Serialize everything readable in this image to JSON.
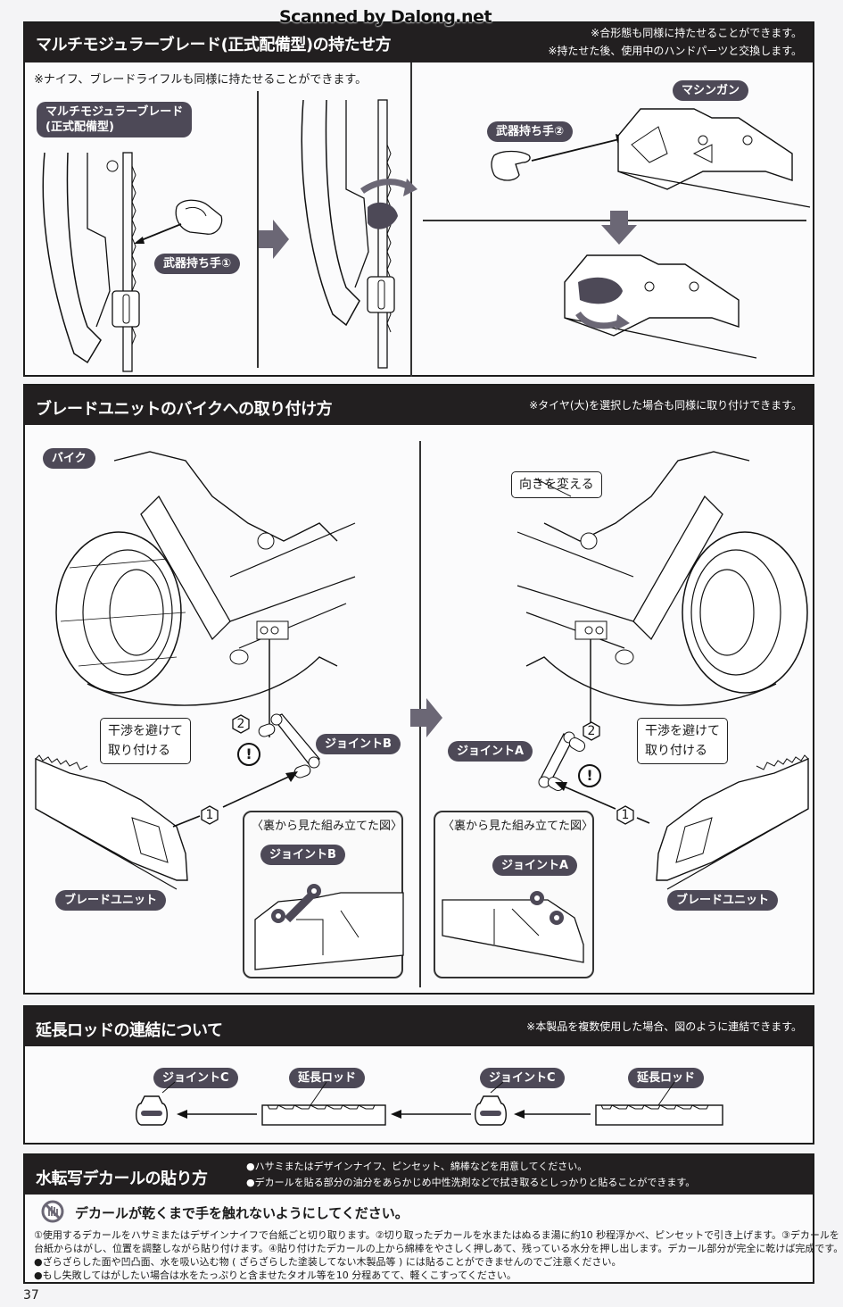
{
  "watermark": "Scanned by Dalong.net",
  "page_number": "37",
  "section1": {
    "title": "マルチモジュラーブレード(正式配備型)の持たせ方",
    "notes": [
      "※合形態も同様に持たせることができます。",
      "※持たせた後、使用中のハンドパーツと交換します。"
    ],
    "left_note": "※ナイフ、ブレードライフルも同様に持たせることができます。",
    "labels": {
      "blade_line1": "マルチモジュラーブレード",
      "blade_line2": "(正式配備型)",
      "hand1": "武器持ち手①",
      "hand2": "武器持ち手②",
      "machinegun": "マシンガン"
    }
  },
  "section2": {
    "title": "ブレードユニットのバイクへの取り付け方",
    "note": "※タイヤ(大)を選択した場合も同様に取り付けできます。",
    "labels": {
      "bike": "バイク",
      "change_direction": "向きを変える",
      "avoid_line1": "干渉を避けて",
      "avoid_line2": "取り付ける",
      "joint_b": "ジョイントB",
      "joint_a": "ジョイントA",
      "blade_unit": "ブレードユニット",
      "back_view": "〈裏から見た組み立てた図〉",
      "step1": "1",
      "step2": "2",
      "warning": "!"
    }
  },
  "section3": {
    "title": "延長ロッドの連結について",
    "note": "※本製品を複数使用した場合、図のように連結できます。",
    "labels": {
      "joint_c": "ジョイントC",
      "extension_rod": "延長ロッド"
    }
  },
  "section4": {
    "title": "水転写デカールの貼り方",
    "bullets": [
      "●ハサミまたはデザインナイフ、ピンセット、綿棒などを用意してください。",
      "●デカールを貼る部分の油分をあらかじめ中性洗剤などで拭き取るとしっかりと貼ることができます。"
    ],
    "warning": "デカールが乾くまで手を触れないようにしてください。",
    "instructions": [
      "①使用するデカールをハサミまたはデザインナイフで台紙ごと切り取ります。②切り取ったデカールを水またはぬるま湯に約10 秒程浮かべ、ピンセットで引き上げます。③デカールを",
      "台紙からはがし、位置を調整しながら貼り付けます。④貼り付けたデカールの上から綿棒をやさしく押しあて、残っている水分を押し出します。デカール部分が完全に乾けば完成です。",
      "●ざらざらした面や凹凸面、水を吸い込む物 ( ざらざらした塗装してない木製品等 ) には貼ることができませんのでご注意ください。",
      "●もし失敗してはがしたい場合は水をたっぷりと含ませたタオル等を10 分程あてて、軽くこすってください。"
    ]
  },
  "colors": {
    "bar": "#221f20",
    "pill": "#4d4957",
    "arrow": "#6b6775"
  }
}
